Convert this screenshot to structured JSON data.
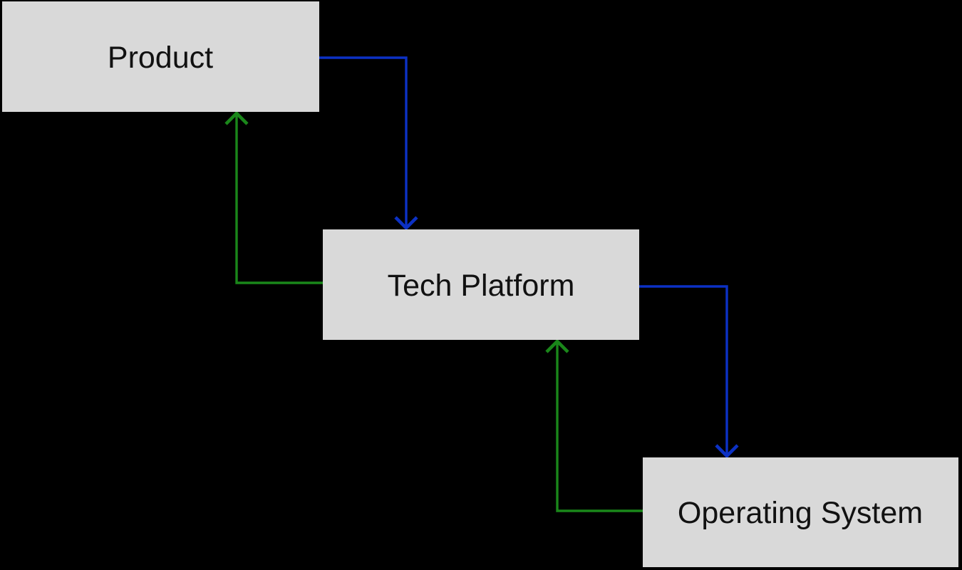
{
  "colors": {
    "background": "#000000",
    "node_fill": "#d9d9d9",
    "node_text": "#111111",
    "blue_edge": "#0c31c4",
    "green_edge": "#1a871a"
  },
  "diagram": {
    "nodes": [
      {
        "id": "product",
        "label": "Product"
      },
      {
        "id": "tech-platform",
        "label": "Tech Platform"
      },
      {
        "id": "operating-system",
        "label": "Operating System"
      }
    ],
    "edges": [
      {
        "from": "Product",
        "to": "Tech Platform",
        "color_name": "blue",
        "color": "#0c31c4"
      },
      {
        "from": "Tech Platform",
        "to": "Product",
        "color_name": "green",
        "color": "#1a871a"
      },
      {
        "from": "Tech Platform",
        "to": "Operating System",
        "color_name": "blue",
        "color": "#0c31c4"
      },
      {
        "from": "Operating System",
        "to": "Tech Platform",
        "color_name": "green",
        "color": "#1a871a"
      }
    ]
  }
}
